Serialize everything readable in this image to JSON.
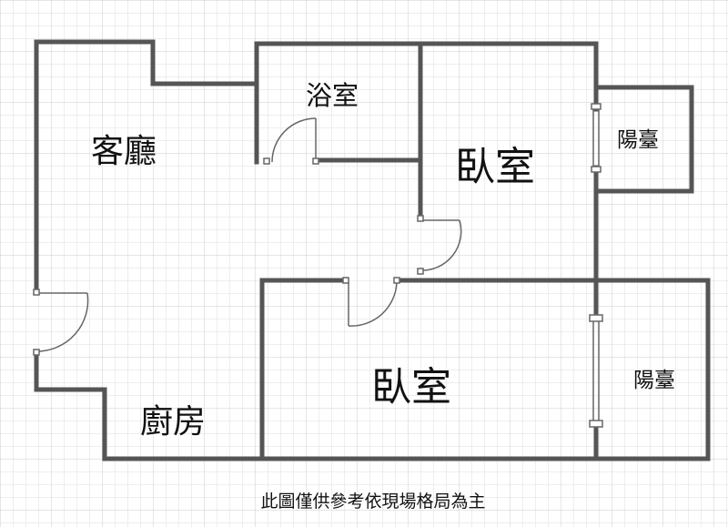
{
  "rooms": {
    "living_room": "客廳",
    "bathroom": "浴室",
    "bedroom_top": "臥室",
    "balcony_top": "陽臺",
    "bedroom_bottom": "臥室",
    "balcony_bottom": "陽臺",
    "kitchen": "廚房"
  },
  "caption": "此圖僅供參考依現場格局為主",
  "colors": {
    "wall": "#555555",
    "grid": "#d9d9d9",
    "text": "#111111",
    "background": "#ffffff"
  }
}
